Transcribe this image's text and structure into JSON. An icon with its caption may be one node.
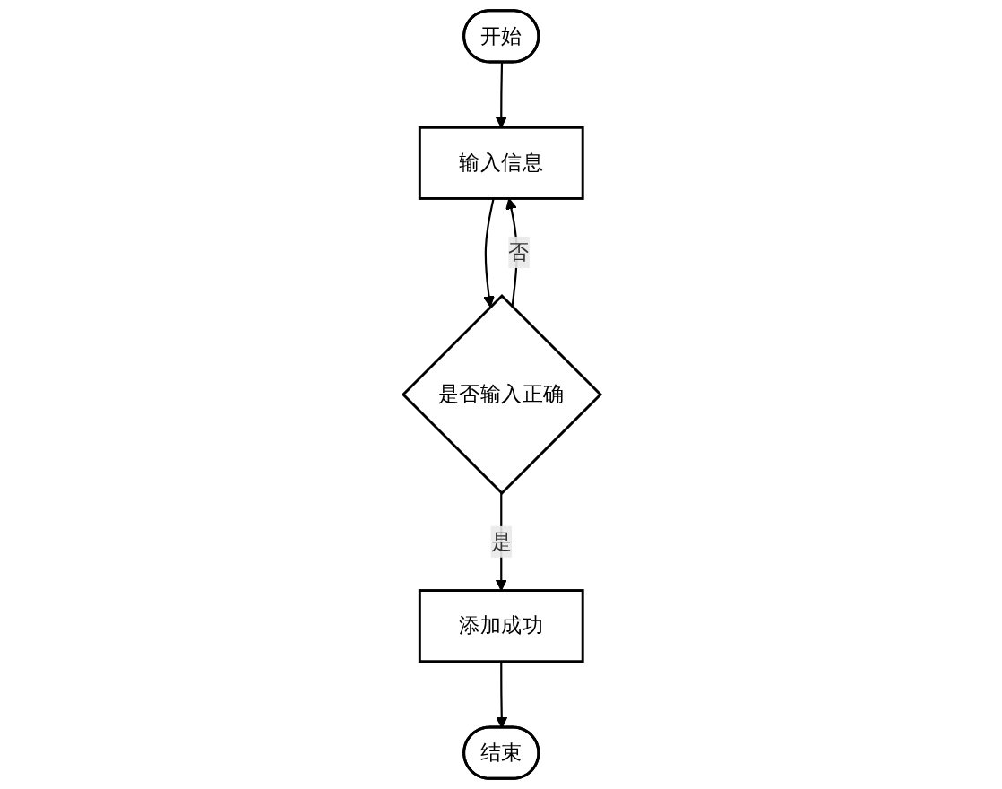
{
  "diagram": {
    "nodes": [
      {
        "text": [
          "开始"
        ]
      },
      {
        "text": [
          "输入信息"
        ]
      },
      {
        "text": [
          "是否输入正确"
        ]
      },
      {
        "text": [
          "添加成功"
        ]
      },
      {
        "text": [
          "结束"
        ]
      }
    ],
    "edges": [
      {
        "from": 0,
        "to": 1,
        "arrow": "to"
      },
      {
        "from": 1,
        "to": 2,
        "arrow": "to"
      },
      {
        "from": 2,
        "to": 1,
        "arrow": "to",
        "label": "否"
      },
      {
        "from": 2,
        "to": 3,
        "arrow": "to",
        "label": "是"
      },
      {
        "from": 3,
        "to": 4,
        "arrow": "to"
      }
    ]
  }
}
